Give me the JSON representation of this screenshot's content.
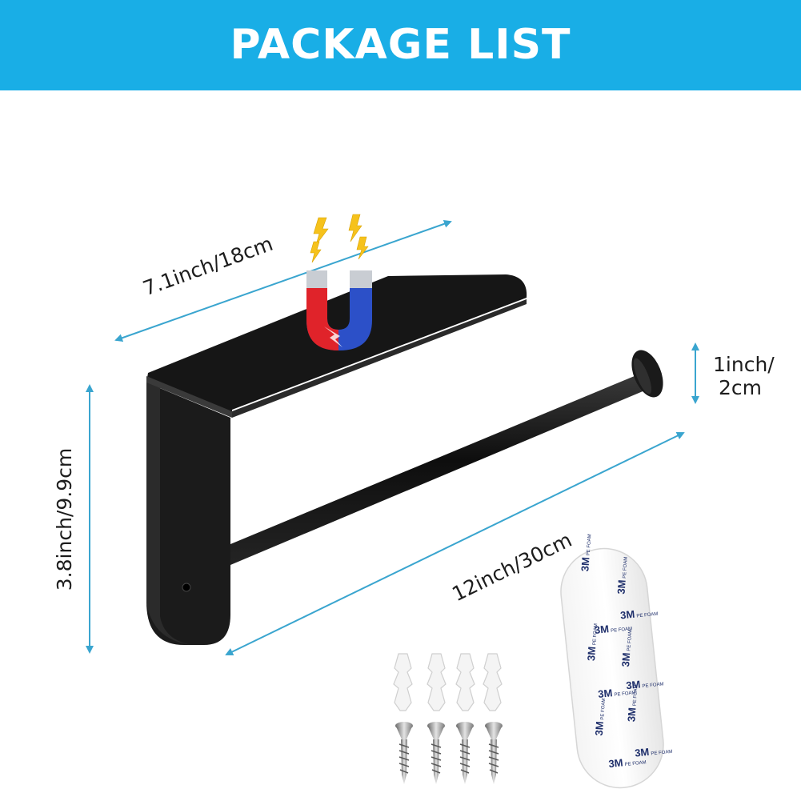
{
  "banner": {
    "title": "PACKAGE LIST",
    "color": "#19aee6"
  },
  "dimensions": {
    "length": "7.1inch/18cm",
    "height": "3.8inch/9.9cm",
    "rod_length": "12inch/30cm",
    "diameter_line1": "1inch/",
    "diameter_line2": "2cm"
  },
  "adhesive_pad": {
    "brand": "3M",
    "label": "PE FOAM"
  },
  "colors": {
    "arrow": "#3aa5cf",
    "holder": "#1b1b1b",
    "magnet_red": "#e0232a",
    "magnet_blue": "#2c50c8"
  },
  "icons": [
    "magnet-icon",
    "lightning-icon"
  ]
}
